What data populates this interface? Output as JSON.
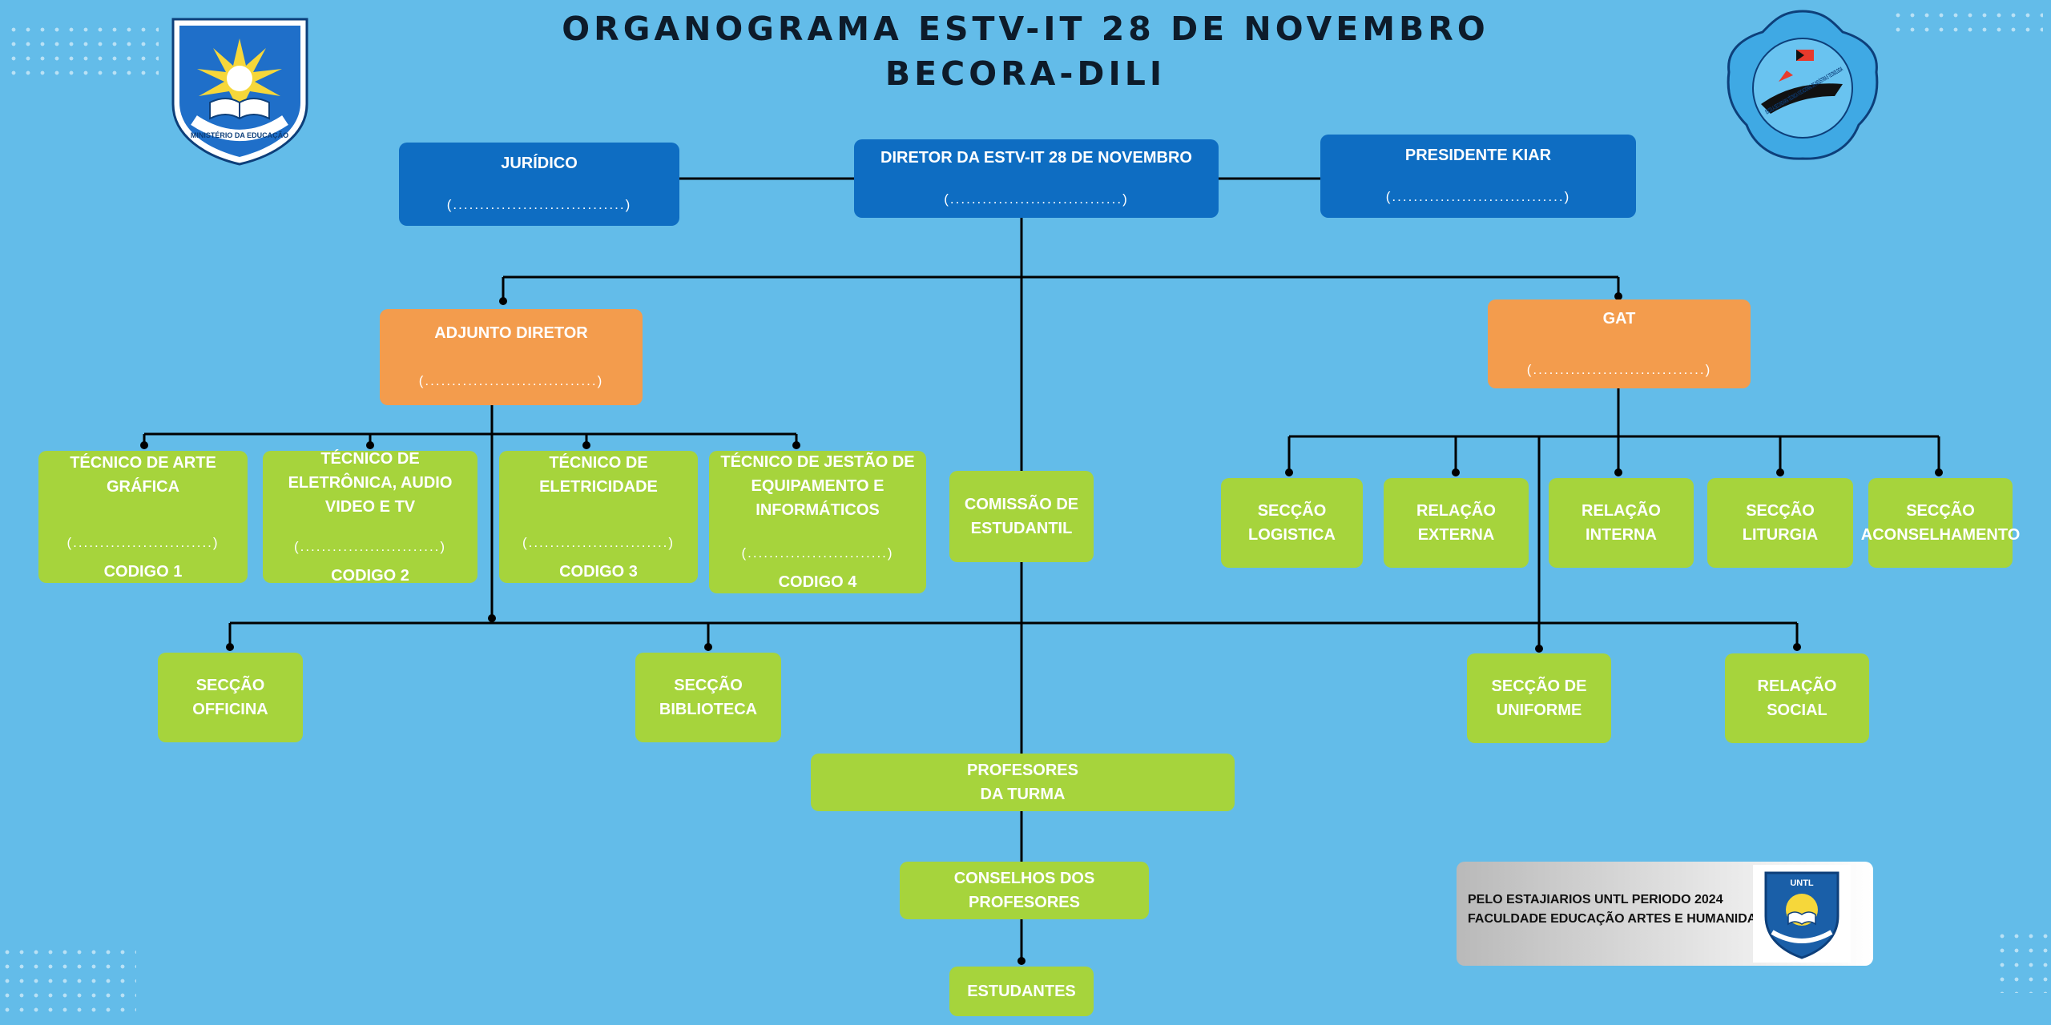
{
  "title": {
    "line1": "ORGANOGRAMA ESTV-IT 28 DE NOVEMBRO",
    "line2": "BECORA-DILI"
  },
  "logos": {
    "left": {
      "name": "ministerio-logo",
      "text": "MINISTÉRIO DA EDUCAÇÃO"
    },
    "right": {
      "name": "school-logo",
      "text": "ESCOLA SECUNDÁRIA TÉCNICA VOCACIONAL DE INDÚSTRIA E TECNOLOGIA"
    }
  },
  "nodes": {
    "juridico": {
      "label": "JURÍDICO",
      "placeholder": "(................................)"
    },
    "diretor": {
      "label": "DIRETOR DA ESTV-IT 28 DE NOVEMBRO",
      "placeholder": "(................................)"
    },
    "presidente": {
      "label": "PRESIDENTE  KIAR",
      "placeholder": "(................................)"
    },
    "adjunto": {
      "label": "ADJUNTO DIRETOR",
      "placeholder": "(................................)"
    },
    "gat": {
      "label": "GAT",
      "placeholder": "(................................)"
    },
    "tecnico_arte": {
      "label": "TÉCNICO DE ARTE GRÁFICA",
      "placeholder": "(..........................)",
      "code": "CODIGO 1"
    },
    "tecnico_eletronica": {
      "label": "TÉCNICO DE ELETRÔNICA, AUDIO VIDEO E TV",
      "placeholder": "(..........................)",
      "code": "CODIGO 2"
    },
    "tecnico_eletricidade": {
      "label": "TÉCNICO DE ELETRICIDADE",
      "placeholder": "(..........................)",
      "code": "CODIGO 3"
    },
    "tecnico_gestao": {
      "label": "TÉCNICO DE JESTÃO DE EQUIPAMENTO  E INFORMÁTICOS",
      "placeholder": "(..........................)",
      "code": "CODIGO 4"
    },
    "comissao": {
      "label": "COMISSÃO DE ESTUDANTIL"
    },
    "logistica": {
      "label": "SECÇÃO LOGISTICA"
    },
    "relacao_externa": {
      "label": "RELAÇÃO EXTERNA"
    },
    "relacao_interna": {
      "label": "RELAÇÃO  INTERNA"
    },
    "liturgia": {
      "label": "SECÇÃO LITURGIA"
    },
    "aconselhamento": {
      "label": "SECÇÃO ACONSELHAMENTO"
    },
    "officina": {
      "label": "SECÇÃO OFFICINA"
    },
    "biblioteca": {
      "label": "SECÇÃO BIBLIOTECA"
    },
    "uniforme": {
      "label": "SECÇÃO DE UNIFORME"
    },
    "relacao_social": {
      "label": "RELAÇÃO SOCIAL"
    },
    "professores_turma": {
      "label": "PROFESORES DA TURMA"
    },
    "conselhos": {
      "label": "CONSELHOS DOS PROFESORES"
    },
    "estudantes": {
      "label": "ESTUDANTES"
    }
  },
  "credit": {
    "line1": "PELO ESTAJIARIOS UNTL PERIODO 2024",
    "line2": "FACULDADE EDUCAÇÃO ARTES E HUMANIDADES",
    "logo_text": "UNTL"
  }
}
